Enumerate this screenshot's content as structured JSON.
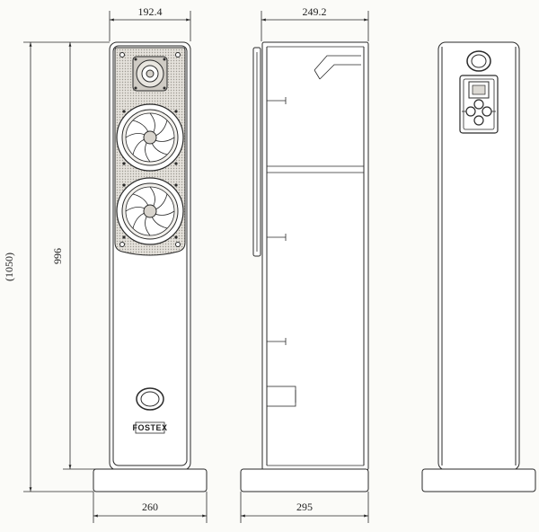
{
  "dimensions": {
    "front_width": "192.4",
    "side_depth": "249.2",
    "total_height": "(1050)",
    "body_height": "996",
    "front_base_width": "260",
    "side_base_depth": "295"
  },
  "front_badge": "FOSTEX",
  "colors": {
    "line": "#2a2a2a",
    "paper": "#fbfbf8",
    "grille": "#d9d6d0"
  }
}
